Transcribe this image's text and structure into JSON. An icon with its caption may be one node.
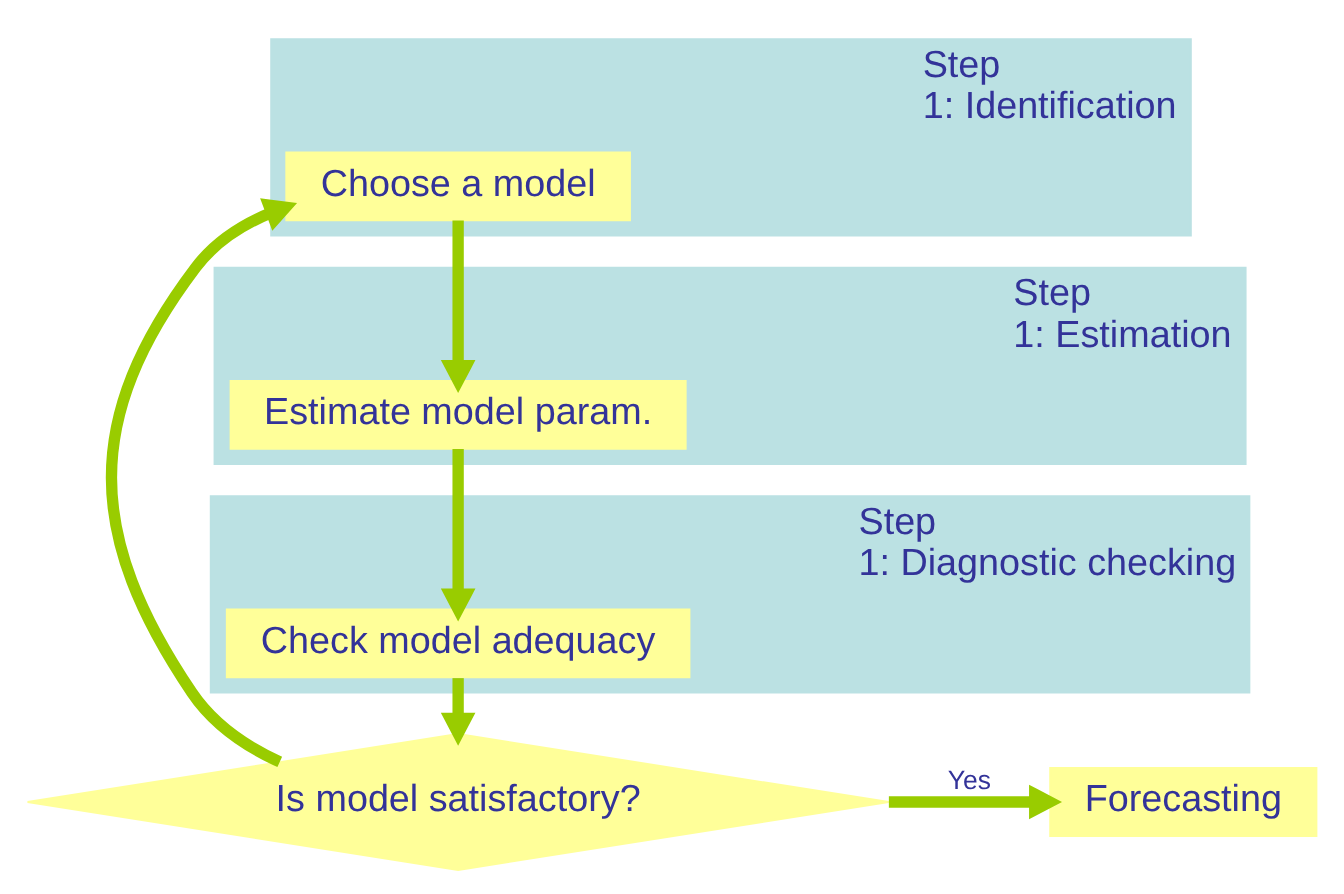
{
  "diagram": {
    "nodes": [
      {
        "text": [
          "Step 1: Identification"
        ]
      },
      {
        "text": [
          "Choose a model"
        ],
        "in": 0
      },
      {
        "text": [
          "Step 1: Estimation"
        ]
      },
      {
        "text": [
          "Estimate model param."
        ],
        "in": 2
      },
      {
        "text": [
          "Step 1: Diagnostic checking"
        ]
      },
      {
        "text": [
          "Check model adequacy"
        ],
        "in": 4
      },
      {
        "text": [
          "Is model satisfactory?"
        ]
      },
      {
        "text": [
          "Forecasting"
        ]
      }
    ],
    "edges": [
      {
        "from": 1,
        "to": 3,
        "arrow": "to"
      },
      {
        "from": 3,
        "to": 5,
        "arrow": "to"
      },
      {
        "from": 5,
        "to": 6,
        "arrow": "to"
      },
      {
        "from": 6,
        "to": 7,
        "arrow": "to",
        "label": "Yes"
      },
      {
        "from": 6,
        "to": 1,
        "arrow": "to"
      }
    ]
  }
}
